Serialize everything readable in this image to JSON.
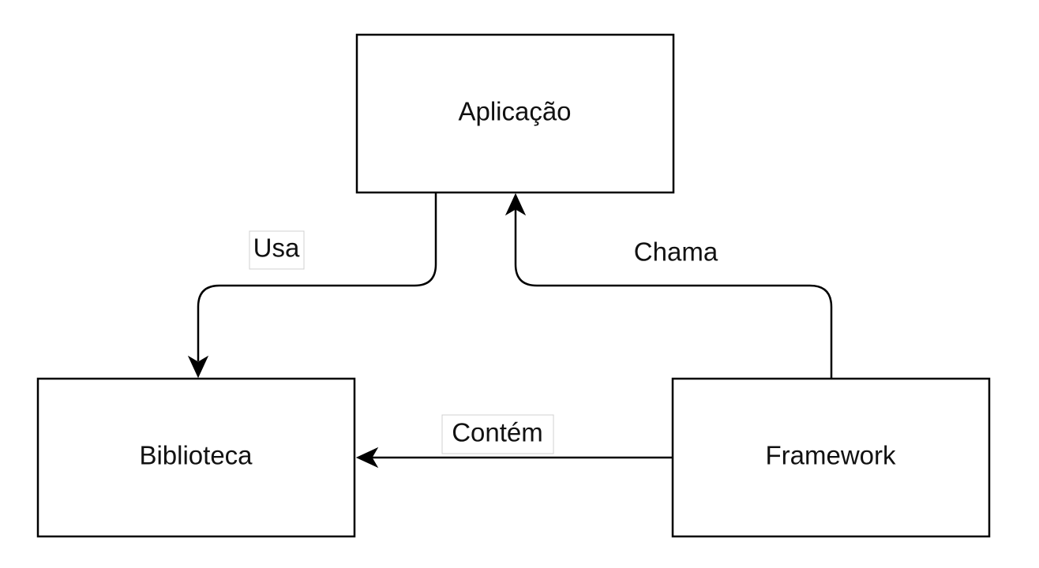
{
  "nodes": {
    "aplicacao": {
      "label": "Aplicação"
    },
    "biblioteca": {
      "label": "Biblioteca"
    },
    "framework": {
      "label": "Framework"
    }
  },
  "edges": {
    "usa": {
      "from": "Aplicação",
      "to": "Biblioteca",
      "label": "Usa"
    },
    "chama": {
      "from": "Framework",
      "to": "Aplicação",
      "label": "Chama"
    },
    "contem": {
      "from": "Framework",
      "to": "Biblioteca",
      "label": "Contém"
    }
  },
  "colors": {
    "stroke": "#000000",
    "text": "#111111",
    "background": "#ffffff"
  }
}
